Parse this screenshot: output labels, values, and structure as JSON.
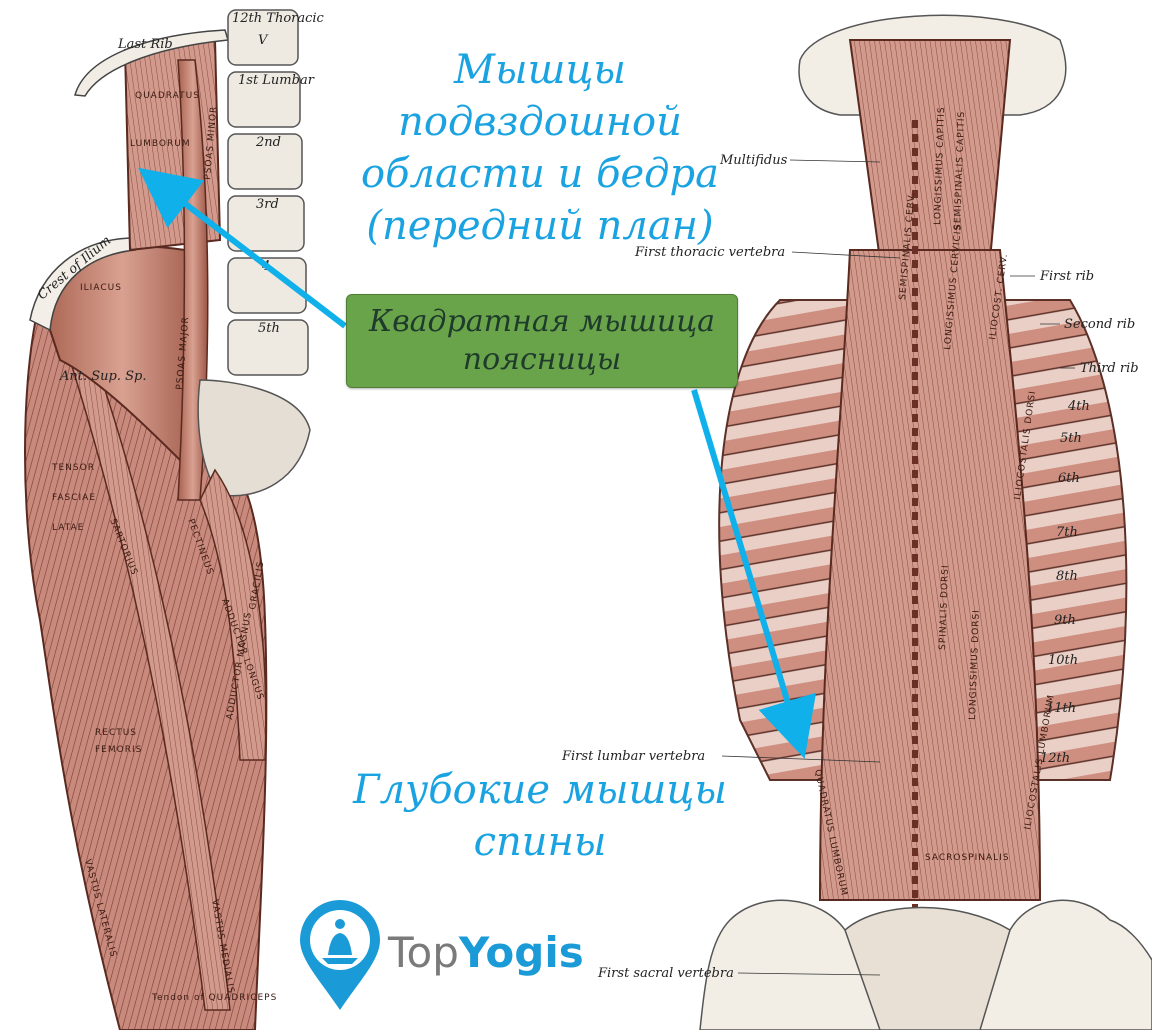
{
  "titles": {
    "top": [
      "Мышцы",
      "подвздошной",
      "области и бедра",
      "(передний план)"
    ],
    "bottom": [
      "Глубокие мышцы",
      "спины"
    ],
    "callout": [
      "Квадратная мышица",
      "поясницы"
    ]
  },
  "left_figure": {
    "vertebra_labels": [
      "12th Thoracic",
      "V",
      "1st Lumbar",
      "2nd",
      "3rd",
      "4",
      "5th"
    ],
    "rib_label": "Last Rib",
    "muscle_labels": [
      "QUADRATUS",
      "LUMBORUM",
      "PSOAS MINOR",
      "ILIACUS",
      "PSOAS MAJOR",
      "TENSOR",
      "FASCIAE",
      "LATAE",
      "PECTINEUS",
      "SARTORIUS",
      "ADDUCTOR LONGUS",
      "GRACILIS",
      "RECTUS",
      "FEMORIS",
      "ADDUCTOR MAGNUS",
      "VASTUS LATERALIS",
      "VASTUS MEDIALIS",
      "Tendon of QUADRICEPS",
      "Crest of Ilium",
      "Ant. Sup. Sp."
    ]
  },
  "right_figure": {
    "pointer_labels": [
      "Multifidus",
      "First thoracic vertebra",
      "First rib",
      "Second rib",
      "Third rib",
      "First lumbar vertebra",
      "First sacral vertebra"
    ],
    "muscle_labels": [
      "SEMISPINALIS CAPITIS",
      "LONGISSIMUS CAPITIS",
      "SEMISPINALIS CERV.",
      "LONGISSIMUS CERVICIS",
      "ILIOCOST. CERV.",
      "SPINALIS DORSI",
      "LONGISSIMUS DORSI",
      "ILIOCOSTALIS DORSI",
      "SACROSPINALIS",
      "ILIOCOSTALIS LUMBORUM",
      "QUADRATUS LUMBORUM"
    ],
    "rib_numbers": [
      "4th",
      "5th",
      "6th",
      "7th",
      "8th",
      "9th",
      "10th",
      "11th",
      "12th"
    ]
  },
  "logo": {
    "part1": "Top",
    "part2": "Yogis"
  },
  "colors": {
    "title": "#1aa3e0",
    "callout_bg": "#69a34a",
    "arrow": "#10b0ea",
    "muscle": "#c98a7e",
    "muscle_dark": "#8a4a3e"
  }
}
